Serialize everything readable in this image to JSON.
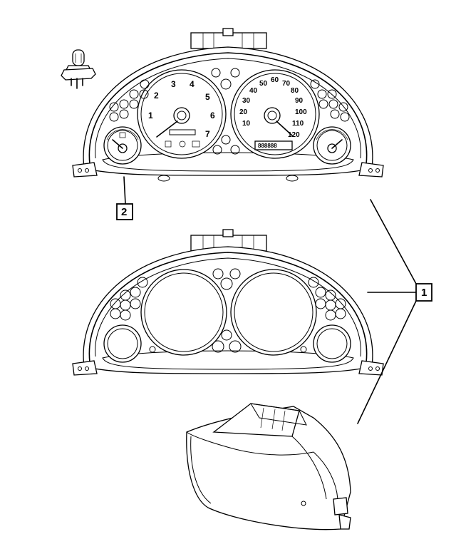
{
  "callouts": {
    "callout_1": "1",
    "callout_2": "2"
  },
  "tach": {
    "scale": [
      "1",
      "2",
      "3",
      "4",
      "5",
      "6",
      "7"
    ]
  },
  "speedo": {
    "mph": [
      "10",
      "20",
      "30",
      "40",
      "50",
      "60",
      "70",
      "80",
      "90",
      "100",
      "110",
      "120"
    ],
    "odometer": "888888"
  }
}
